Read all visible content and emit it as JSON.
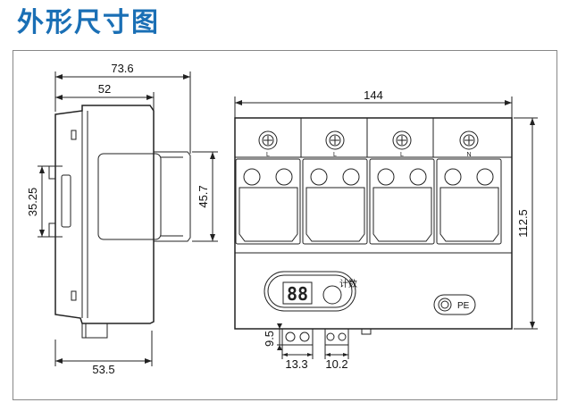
{
  "title": "外形尺寸图",
  "dims": {
    "width_total": "73.6",
    "width_body": "52",
    "height_rail": "35.25",
    "height_mid": "45.7",
    "width_base": "53.5",
    "width_front": "144",
    "height_front": "112.5",
    "term_height": "9.5",
    "term_width_a": "13.3",
    "term_width_b": "10.2"
  },
  "labels": {
    "pole1": "L",
    "pole2": "L",
    "pole3": "L",
    "pole4": "N",
    "counter": "计数",
    "pe": "PE",
    "display": "88"
  }
}
